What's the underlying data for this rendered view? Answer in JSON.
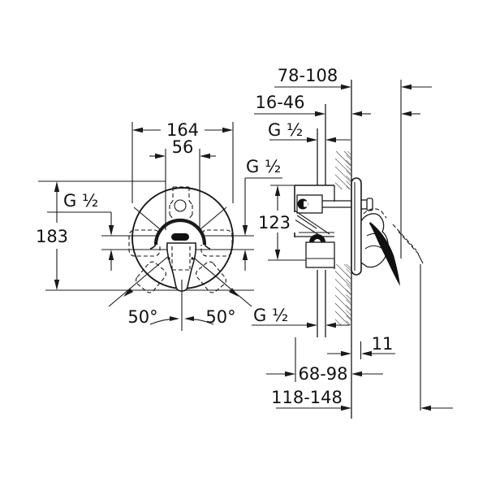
{
  "page": {
    "background": "#ffffff",
    "ink": "#1a1a1a",
    "kind": "installation dimension drawing"
  },
  "labels": {
    "front": {
      "width": "164",
      "hub": "56",
      "height": "183",
      "thread": "G ¹⁄₂",
      "thread_mid": "G ¹⁄₂",
      "angle_left": "50°",
      "angle_right": "50°"
    },
    "side": {
      "wall_to_lever": "78-108",
      "wall_min": "16-46",
      "thread_top": "G ¹⁄₂",
      "height": "123",
      "thread_bottom": "G ¹⁄₂",
      "trim": "11",
      "depth_body": "68-98",
      "depth_total": "118-148"
    }
  }
}
